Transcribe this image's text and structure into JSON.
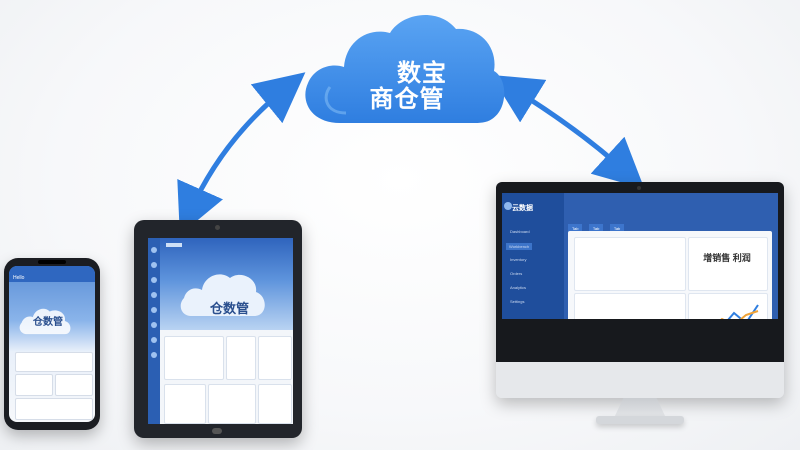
{
  "cloud": {
    "title_line1": "数宝",
    "title_line2": "商仓管"
  },
  "phone": {
    "header_label": "Hello",
    "cloud_label": "仓数管"
  },
  "tablet": {
    "cloud_label": "仓数管"
  },
  "monitor": {
    "brand": "云数据",
    "nav": [
      "Dashboard",
      "Workbench",
      "Inventory",
      "Orders",
      "Analytics",
      "Settings"
    ],
    "tabs": [
      "Tab",
      "Tab",
      "Tab"
    ],
    "panel_big_text": "增销售 利润",
    "apple_logo_glyph": ""
  },
  "colors": {
    "accent": "#2f7ee0",
    "cloud": "#3a8ae6",
    "arrow": "#2f7ee0"
  }
}
